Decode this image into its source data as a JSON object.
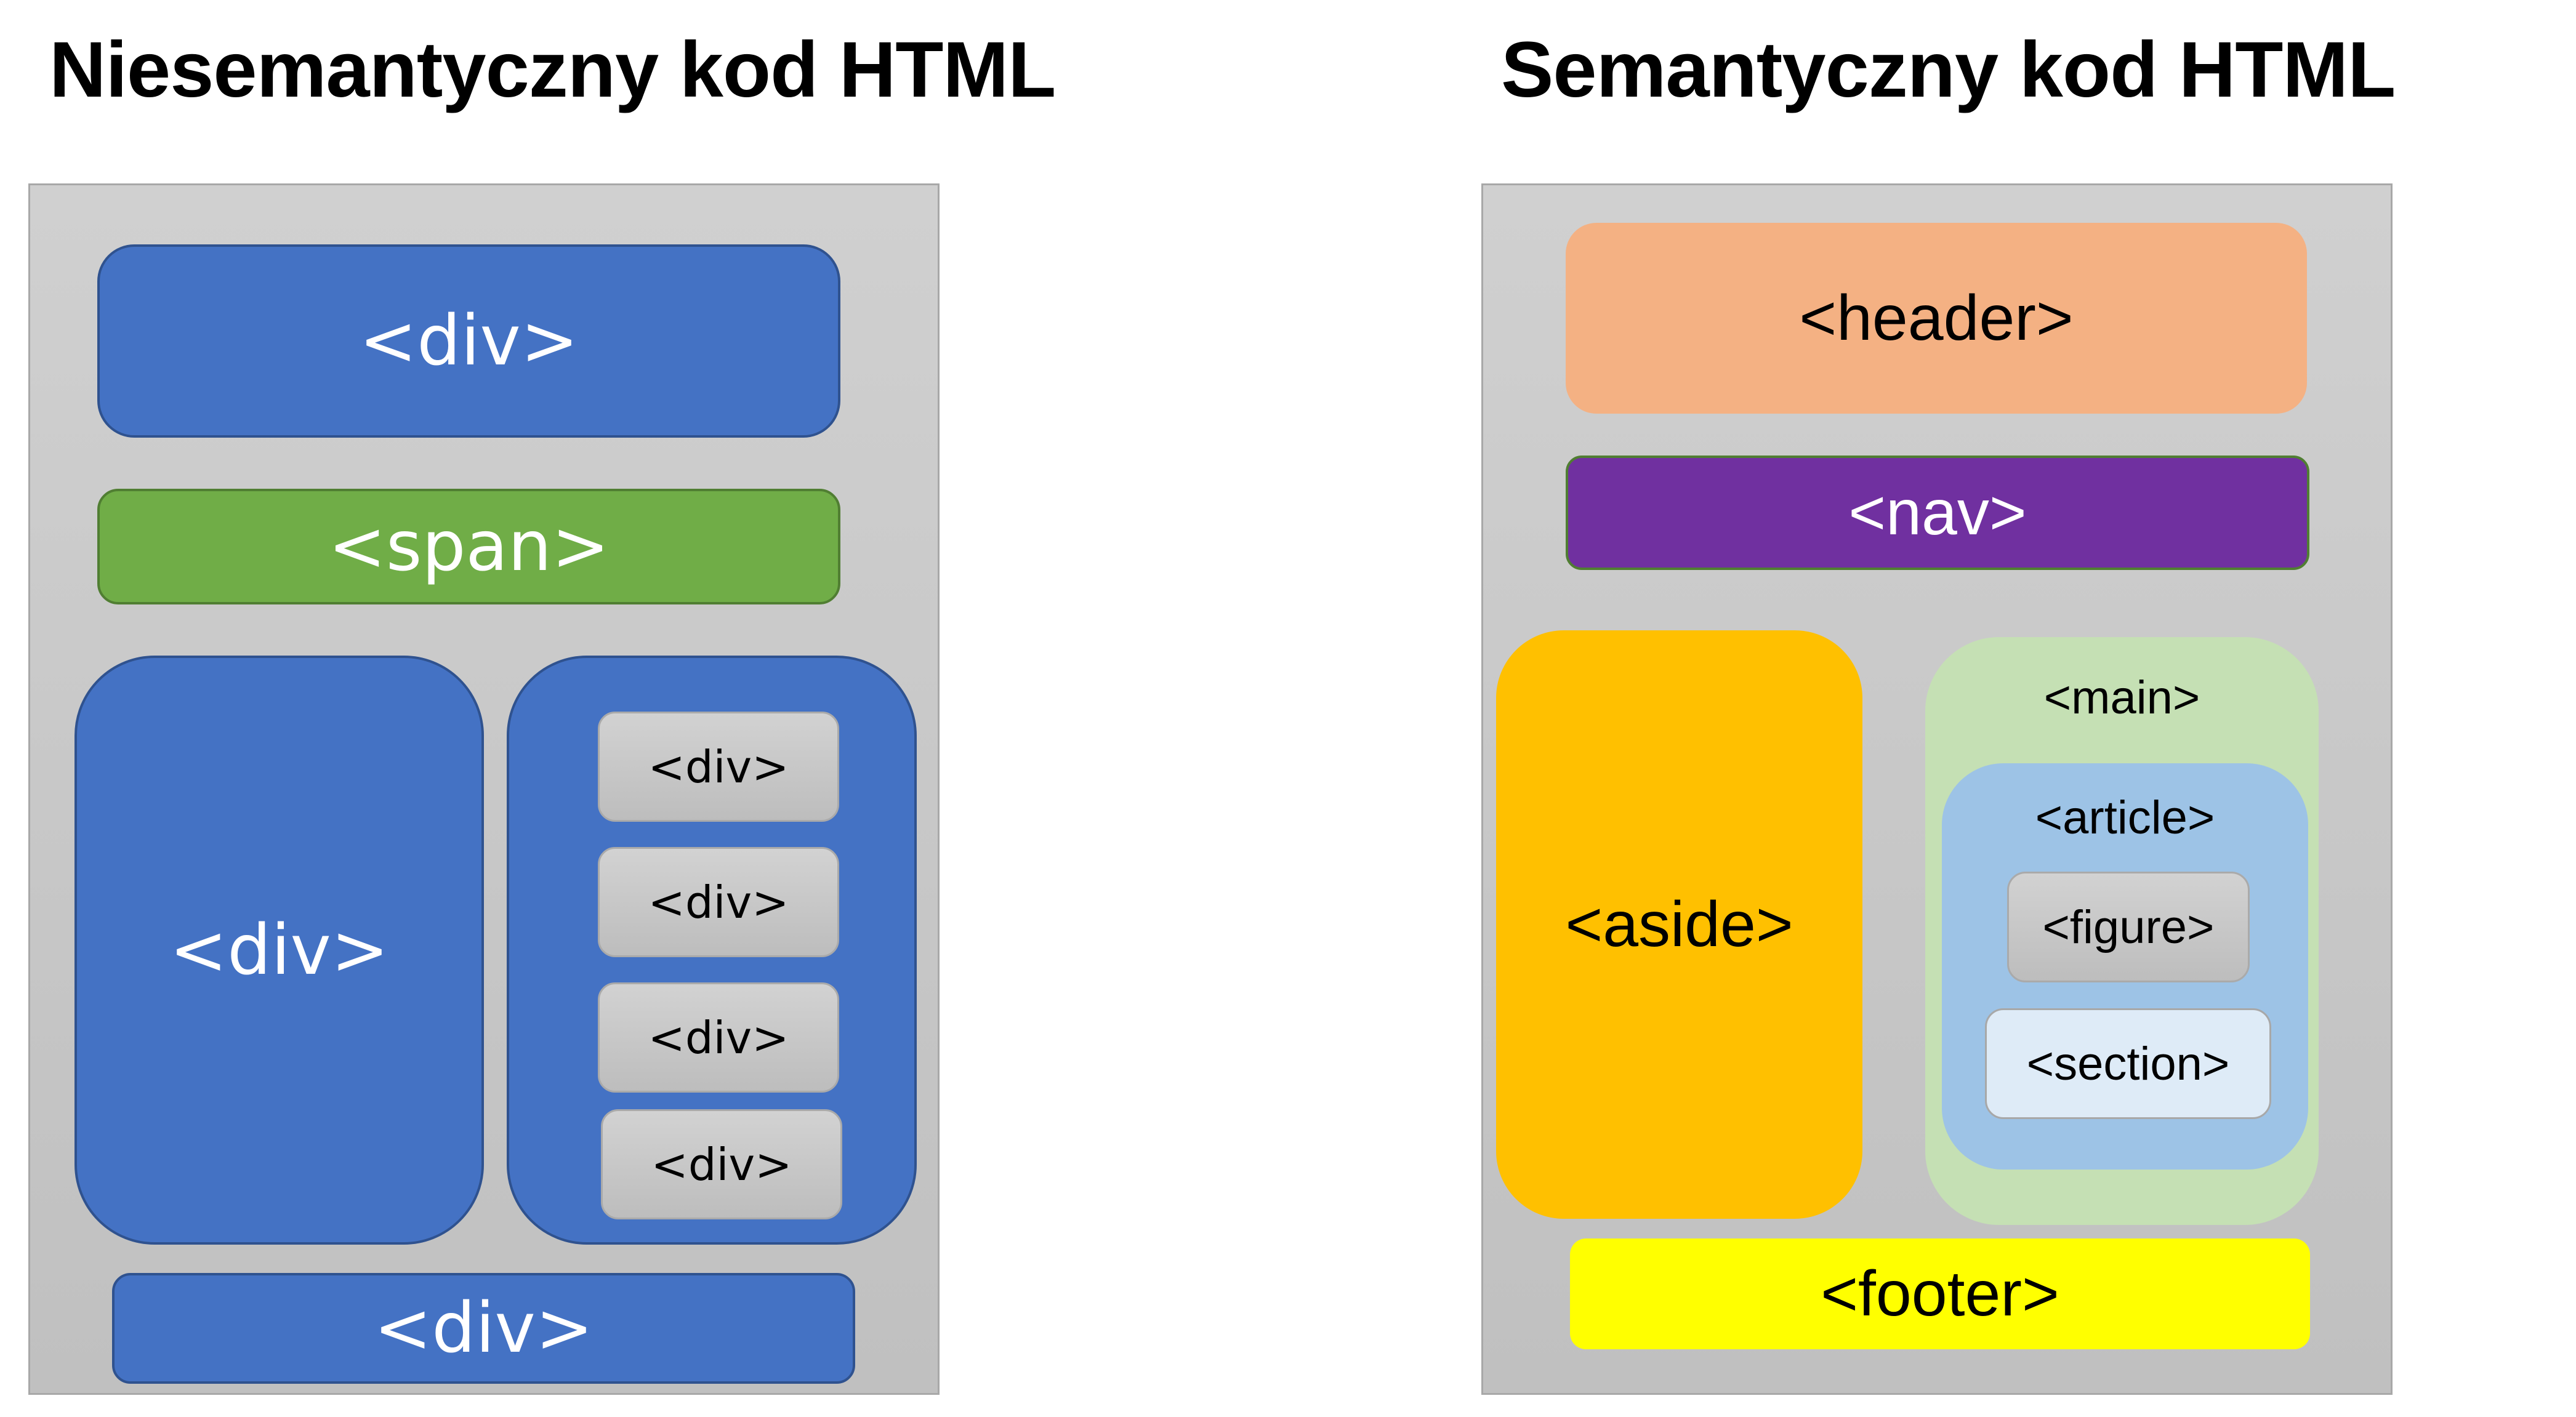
{
  "left": {
    "title": "Niesemantyczny kod HTML",
    "boxes": {
      "top_div": "<div>",
      "span": "<span>",
      "left_div": "<div>",
      "right_div_children": [
        "<div>",
        "<div>",
        "<div>",
        "<div>"
      ],
      "bottom_div": "<div>"
    }
  },
  "right": {
    "title": "Semantyczny kod HTML",
    "boxes": {
      "header": "<header>",
      "nav": "<nav>",
      "aside": "<aside>",
      "main": "<main>",
      "article": "<article>",
      "figure": "<figure>",
      "section": "<section>",
      "footer": "<footer>"
    }
  },
  "colors": {
    "div": "#4472c4",
    "span": "#70ad47",
    "header": "#f4b183",
    "nav": "#7030a0",
    "aside": "#ffc000",
    "main": "#c5e0b4",
    "article": "#9dc3e6",
    "section": "#deebf7",
    "footer": "#ffff00"
  }
}
